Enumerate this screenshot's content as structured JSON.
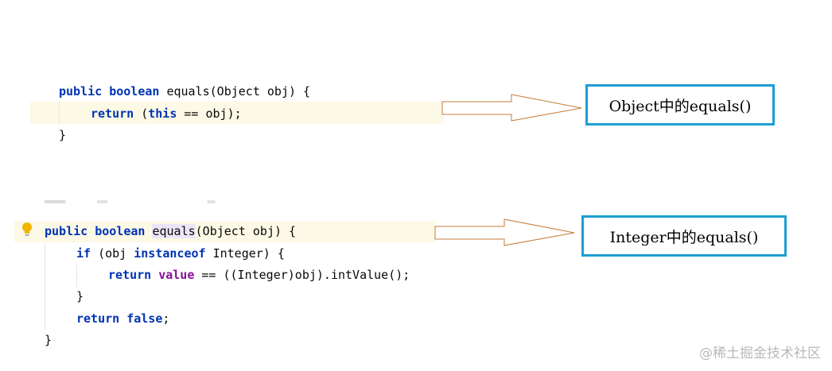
{
  "block1": {
    "line1": {
      "kw1": "public",
      "kw2": "boolean",
      "rest": " equals(Object obj) {"
    },
    "line2": {
      "kw": "return",
      "pre": " (",
      "kw_this": "this",
      "rest": " == obj);"
    },
    "line3": "}"
  },
  "block2": {
    "line1": {
      "kw1": "public",
      "kw2": "boolean",
      "method": "equals",
      "rest": "(Object obj) {"
    },
    "line2": {
      "kw_if": "if",
      "pre": " (obj ",
      "kw_instanceof": "instanceof",
      "rest": " Integer) {"
    },
    "line3": {
      "kw": "return",
      "field": "value",
      "rest": " == ((Integer)obj).intValue();"
    },
    "line4": "}",
    "line5": {
      "kw": "return",
      "kw_false": "false",
      "rest": ";"
    },
    "line6": "}"
  },
  "labels": {
    "object_equals": "Object中的equals()",
    "integer_equals": "Integer中的equals()"
  },
  "watermark": "@稀土掘金技术社区",
  "colors": {
    "keyword": "#0033b3",
    "field": "#871094",
    "highlight": "#fcf9e6",
    "label_border": "#1d9ed1",
    "arrow_stroke": "#c47c3a"
  }
}
